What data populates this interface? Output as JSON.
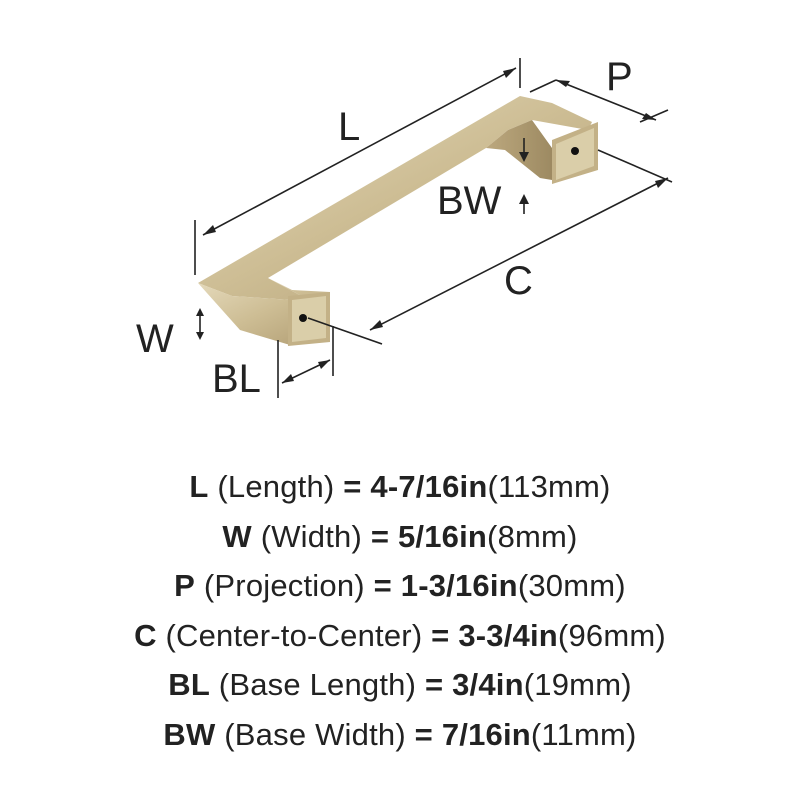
{
  "labels": {
    "L": "L",
    "P": "P",
    "BW": "BW",
    "C": "C",
    "W": "W",
    "BL": "BL"
  },
  "colors": {
    "finish_light": "#e4d8b8",
    "finish_mid": "#c8b88e",
    "finish_dark": "#a39068",
    "line": "#222222"
  },
  "specs": [
    {
      "code": "L",
      "name": "(Length)",
      "eq": "=",
      "imperial": "4-7/16in",
      "metric": "(113mm)"
    },
    {
      "code": "W",
      "name": "(Width)",
      "eq": "=",
      "imperial": "5/16in",
      "metric": "(8mm)"
    },
    {
      "code": "P",
      "name": "(Projection)",
      "eq": "=",
      "imperial": "1-3/16in",
      "metric": "(30mm)"
    },
    {
      "code": "C",
      "name": "(Center-to-Center)",
      "eq": "=",
      "imperial": "3-3/4in",
      "metric": "(96mm)"
    },
    {
      "code": "BL",
      "name": "(Base Length)",
      "eq": "=",
      "imperial": "3/4in",
      "metric": "(19mm)"
    },
    {
      "code": "BW",
      "name": "(Base Width)",
      "eq": "=",
      "imperial": "7/16in",
      "metric": "(11mm)"
    }
  ]
}
